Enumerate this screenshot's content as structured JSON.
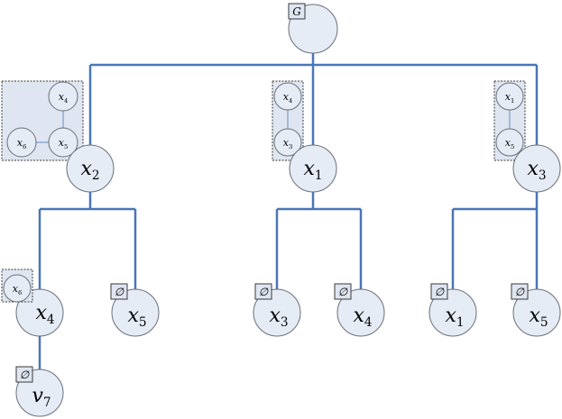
{
  "root": {
    "tag": "G"
  },
  "nodes": {
    "x2": {
      "main": "x",
      "sub": "2"
    },
    "x1": {
      "main": "x",
      "sub": "1"
    },
    "x3": {
      "main": "x",
      "sub": "3"
    },
    "c_x4a": {
      "main": "x",
      "sub": "4",
      "tag": "x",
      "tag_sub": "6"
    },
    "c_x5a": {
      "main": "x",
      "sub": "5",
      "tag": "∅"
    },
    "c_x3b": {
      "main": "x",
      "sub": "3",
      "tag": "∅"
    },
    "c_x4b": {
      "main": "x",
      "sub": "4",
      "tag": "∅"
    },
    "c_x1b": {
      "main": "x",
      "sub": "1",
      "tag": "∅"
    },
    "c_x5b": {
      "main": "x",
      "sub": "5",
      "tag": "∅"
    },
    "v7": {
      "main": "v",
      "sub": "7",
      "tag": "∅"
    }
  },
  "panels": {
    "left": {
      "a": {
        "main": "x",
        "sub": "4"
      },
      "b": {
        "main": "x",
        "sub": "5"
      },
      "c": {
        "main": "x",
        "sub": "6"
      }
    },
    "middle": {
      "a": {
        "main": "x",
        "sub": "4"
      },
      "b": {
        "main": "x",
        "sub": "3"
      }
    },
    "right": {
      "a": {
        "main": "x",
        "sub": "1"
      },
      "b": {
        "main": "x",
        "sub": "5"
      }
    }
  }
}
